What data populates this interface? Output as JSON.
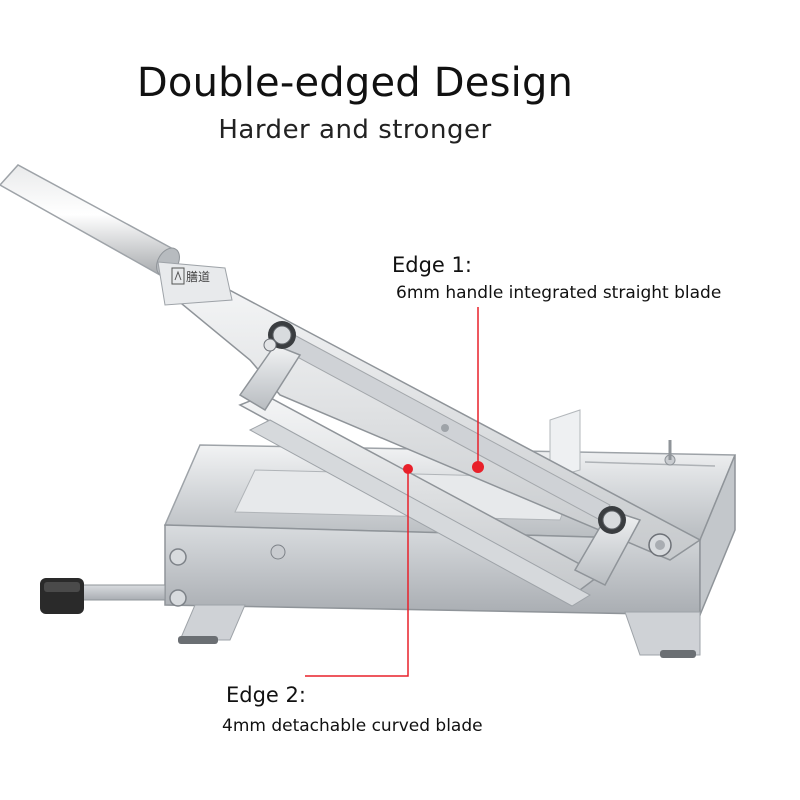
{
  "headline": {
    "title": "Double-edged Design",
    "subtitle": "Harder and stronger"
  },
  "callouts": [
    {
      "title": "Edge 1:",
      "description": "6mm handle integrated straight blade"
    },
    {
      "title": "Edge 2:",
      "description": "4mm detachable curved blade"
    }
  ],
  "product": {
    "logo_text": "膳道",
    "marker_color": "#e8202a"
  }
}
